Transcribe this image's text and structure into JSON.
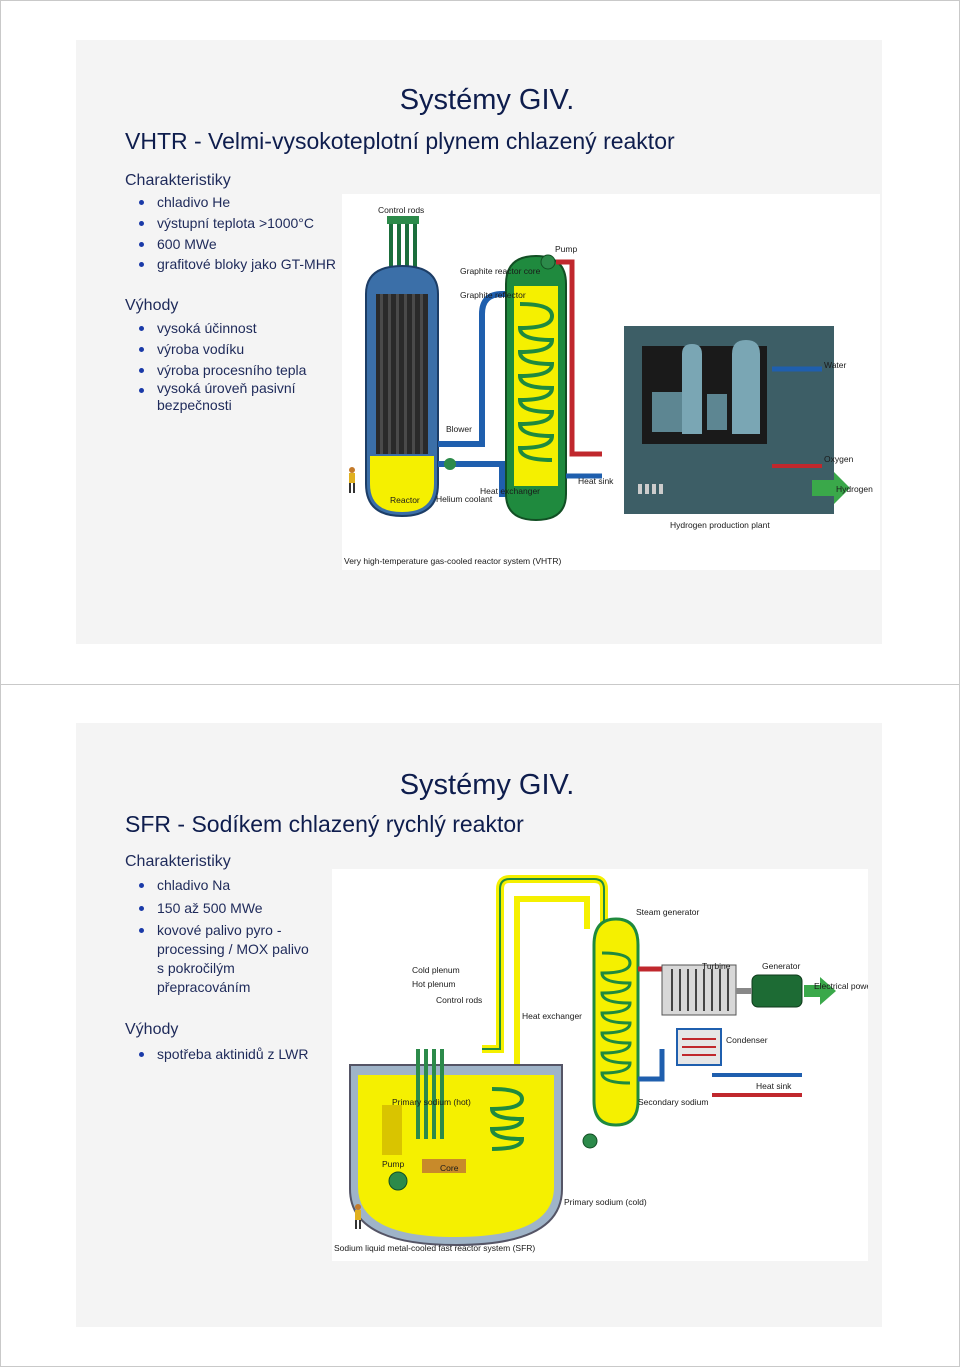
{
  "slide1": {
    "title": "Systémy GIV.",
    "subtitle": "VHTR - Velmi-vysokoteplotní plynem chlazený reaktor",
    "characteristics_heading": "Charakteristiky",
    "characteristics": [
      "chladivo He",
      "výstupní teplota >1000°C",
      "600 MWe",
      "grafitové bloky jako GT-MHR"
    ],
    "advantages_heading": "Výhody",
    "advantages": [
      "vysoká účinnost",
      "výroba vodíku",
      "výroba procesního tepla",
      "vysoká úroveň pasivní bezpečnosti"
    ],
    "figure": {
      "labels": {
        "control_rods": "Control rods",
        "graphite_core": "Graphite reactor core",
        "graphite_reflector": "Graphite reflector",
        "pump": "Pump",
        "water": "Water",
        "blower": "Blower",
        "oxygen": "Oxygen",
        "hydrogen": "Hydrogen",
        "heat_sink": "Heat sink",
        "reactor": "Reactor",
        "helium_coolant": "Helium coolant",
        "heat_exchanger": "Heat exchanger",
        "hydrogen_plant": "Hydrogen production plant"
      },
      "caption": "Very high-temperature gas-cooled reactor system (VHTR)"
    }
  },
  "slide2": {
    "title": "Systémy GIV.",
    "subtitle": "SFR - Sodíkem chlazený rychlý reaktor",
    "characteristics_heading": "Charakteristiky",
    "characteristics": [
      "chladivo Na",
      "150 až 500 MWe",
      "kovové palivo pyro - processing / MOX palivo s pokročilým přepracováním"
    ],
    "advantages_heading": "Výhody",
    "advantages": [
      "spotřeba aktinidů z LWR"
    ],
    "figure": {
      "labels": {
        "steam_generator": "Steam generator",
        "turbine": "Turbine",
        "generator": "Generator",
        "electrical_power": "Electrical power",
        "cold_plenum": "Cold plenum",
        "hot_plenum": "Hot plenum",
        "control_rods": "Control rods",
        "heat_exchanger": "Heat exchanger",
        "condenser": "Condenser",
        "heat_sink": "Heat sink",
        "primary_sodium_hot": "Primary sodium (hot)",
        "pump": "Pump",
        "core": "Core",
        "secondary_sodium": "Secondary sodium",
        "primary_sodium_cold": "Primary sodium (cold)"
      },
      "caption": "Sodium liquid metal-cooled fast reactor system (SFR)"
    }
  },
  "colors": {
    "title": "#0e1d4d",
    "bullet": "#1a3aa8",
    "sodium_yellow": "#f5f000",
    "coolant_blue": "#1f5fae",
    "hot_red": "#c0282d"
  }
}
